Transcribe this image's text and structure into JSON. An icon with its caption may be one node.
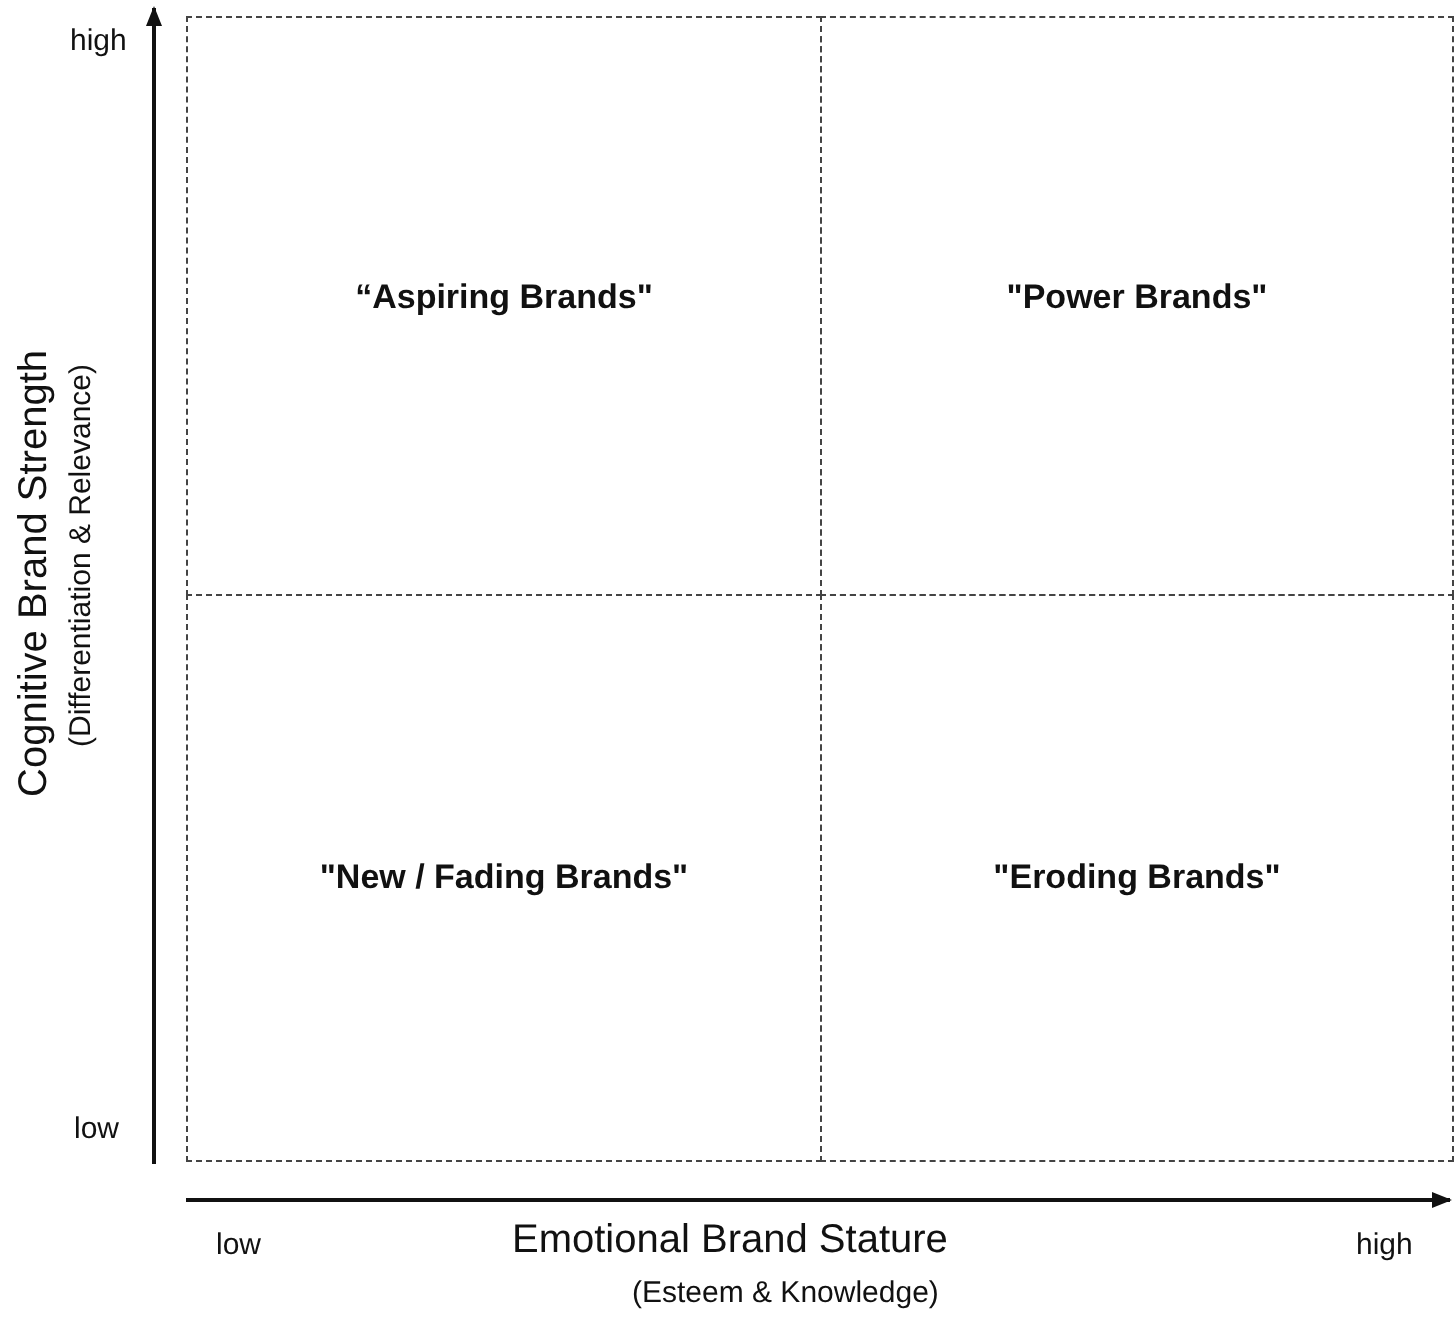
{
  "diagram": {
    "nodes": [
      {
        "text": [
          "“Aspiring Brands\""
        ]
      },
      {
        "text": [
          "\"Power Brands\""
        ]
      },
      {
        "text": [
          "\"New / Fading Brands\""
        ]
      },
      {
        "text": [
          "\"Eroding Brands\""
        ]
      }
    ],
    "edges": [],
    "labels": [
      "high",
      "Cognitive Brand Strength",
      "(Differentiation & Relevance)",
      "low",
      "low",
      "Emotional Brand Stature",
      "high",
      "(Esteem & Knowledge)"
    ]
  }
}
